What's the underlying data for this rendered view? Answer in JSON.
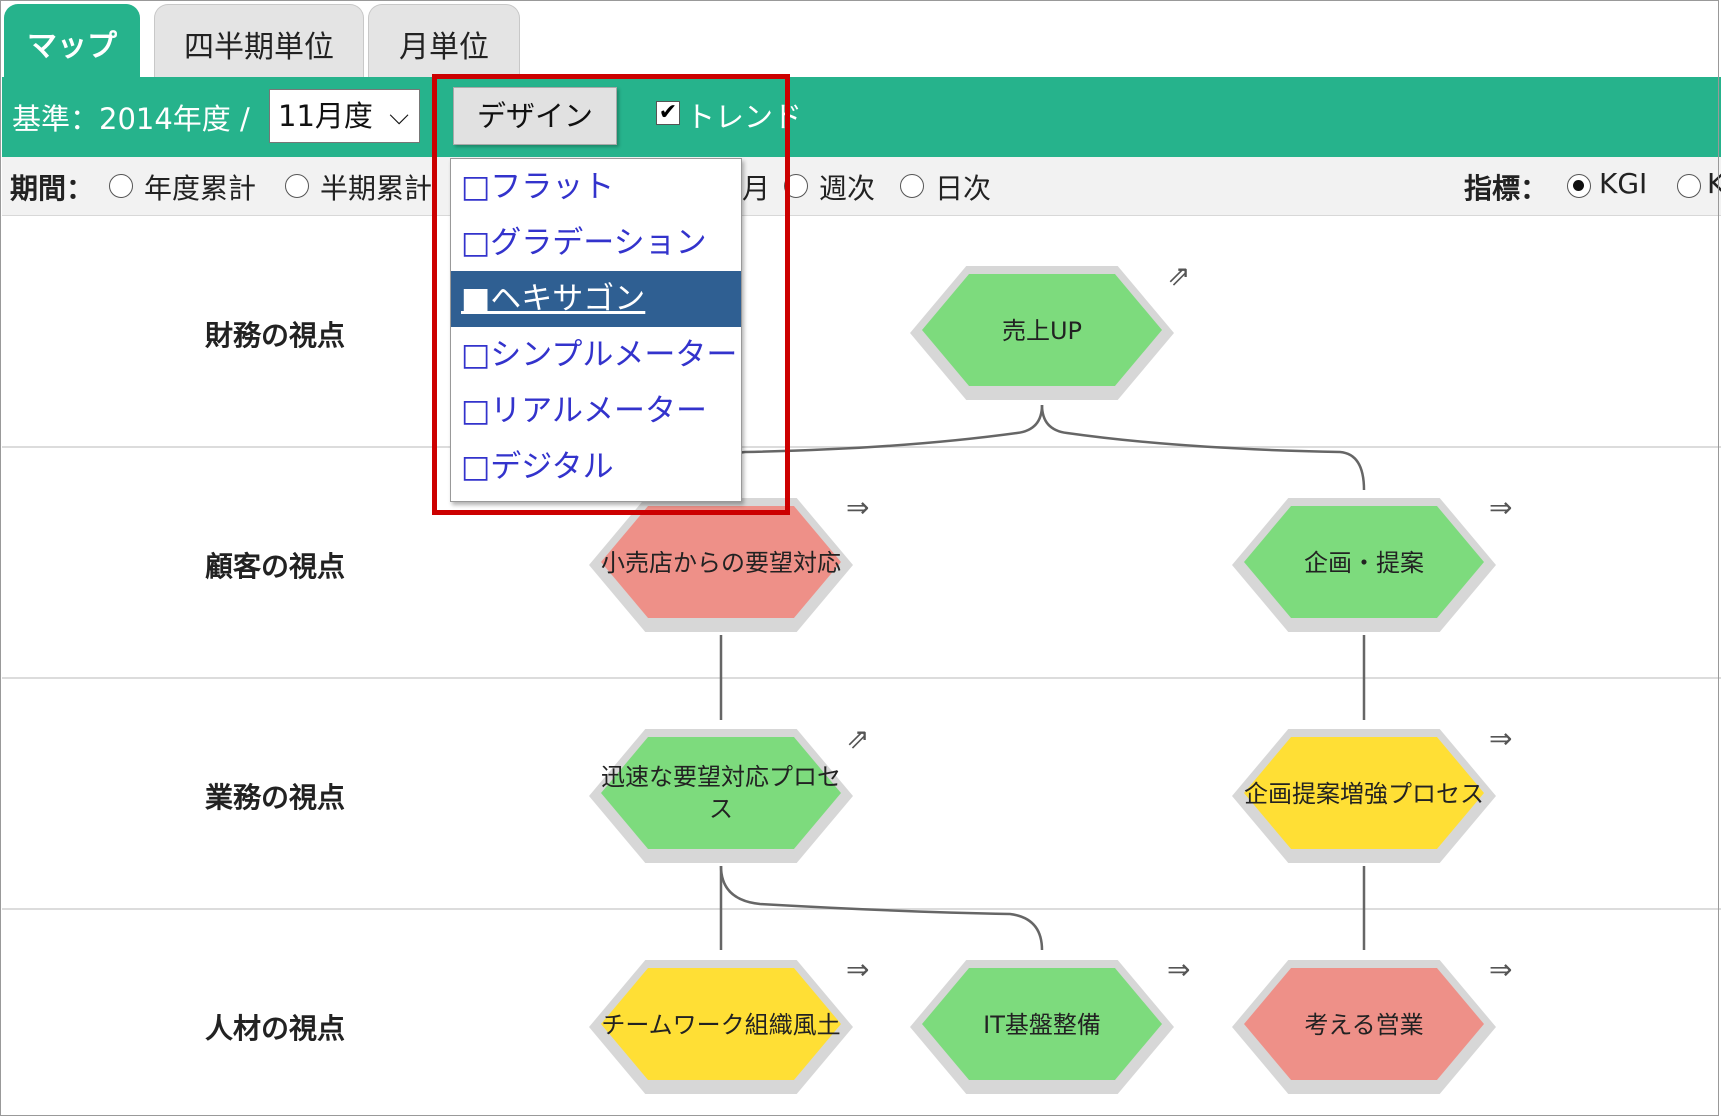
{
  "tabs": [
    {
      "label": "マップ",
      "active": true
    },
    {
      "label": "四半期単位",
      "active": false
    },
    {
      "label": "月単位",
      "active": false
    }
  ],
  "toolbar": {
    "standard_label": "基準：2014年度 /",
    "month_value": "11月度",
    "design_button": "デザイン",
    "trend_checked": true,
    "trend_label": "トレンド",
    "accent_color": "#26b38c"
  },
  "period": {
    "label": "期間：",
    "options": [
      "年度累計",
      "半期累計",
      "月",
      "週次",
      "日次"
    ],
    "indicator_label": "指標：",
    "indicator_options": [
      "KGI",
      "K"
    ],
    "indicator_selected": "KGI"
  },
  "design_menu": {
    "items": [
      "□フラット",
      "□グラデーション",
      "■ヘキサゴン",
      "□シンプルメーター",
      "□リアルメーター",
      "□デジタル"
    ],
    "selected_index": 2
  },
  "rows": [
    "財務の視点",
    "顧客の視点",
    "業務の視点",
    "人材の視点"
  ],
  "nodes": [
    {
      "id": "sales",
      "label": "売上UP",
      "status": "green"
    },
    {
      "id": "retail",
      "label": "小売店からの要望対応",
      "status": "red"
    },
    {
      "id": "plan",
      "label": "企画・提案",
      "status": "green"
    },
    {
      "id": "process",
      "label": "迅速な要望対応プロセス",
      "status": "green"
    },
    {
      "id": "planproc",
      "label": "企画提案増強プロセス",
      "status": "yellow"
    },
    {
      "id": "team",
      "label": "チームワーク組織風土",
      "status": "yellow"
    },
    {
      "id": "it",
      "label": "IT基盤整備",
      "status": "green"
    },
    {
      "id": "think",
      "label": "考える営業",
      "status": "red"
    }
  ],
  "colors": {
    "green": "#7ddb7d",
    "red": "#ee9088",
    "yellow": "#ffdf35"
  }
}
